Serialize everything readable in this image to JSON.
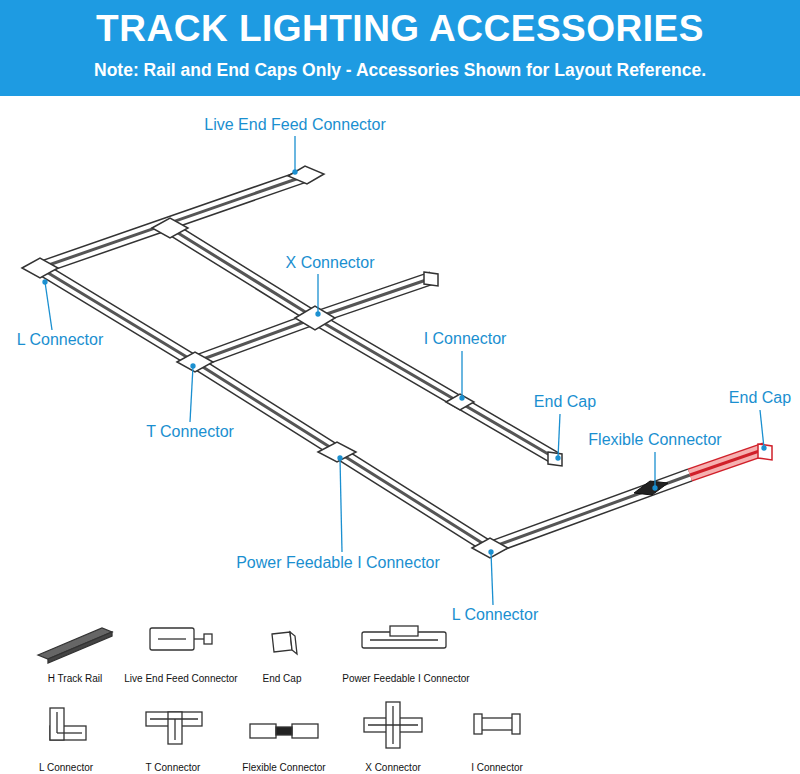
{
  "diagram": {
    "title": "TRACK LIGHTING ACCESSORIES",
    "labels": [
      "Note: Rail and End Caps Only - Accessories Shown for Layout Reference.",
      "Live End Feed Connector",
      "X Connector",
      "L Connector",
      "I Connector",
      "End Cap",
      "End Cap",
      "Flexible Connector",
      "T Connector",
      "Power Feedable I Connector",
      "L Connector",
      "H Track Rail",
      "Live End Feed Connector",
      "End Cap",
      "Power Feedable I Connector",
      "L Connector",
      "T Connector",
      "Flexible Connector",
      "X Connector",
      "I Connector"
    ]
  }
}
